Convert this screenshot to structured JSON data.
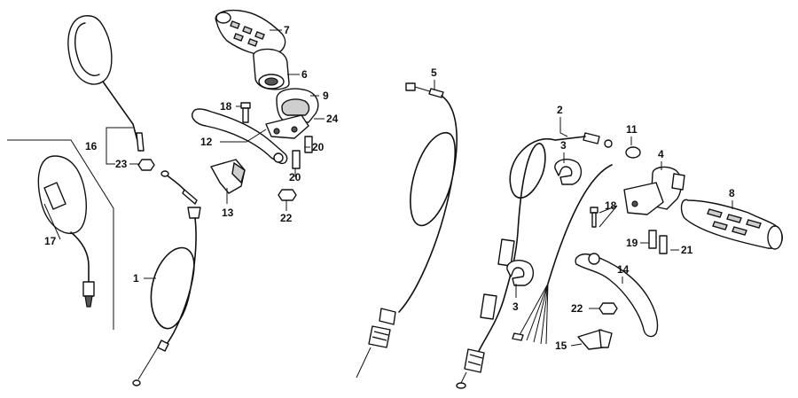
{
  "callouts": {
    "c1": "1",
    "c2": "2",
    "c3a": "3",
    "c3b": "3",
    "c4": "4",
    "c5": "5",
    "c6": "6",
    "c7": "7",
    "c8": "8",
    "c9": "9",
    "c11": "11",
    "c12": "12",
    "c13": "13",
    "c14": "14",
    "c15": "15",
    "c16": "16",
    "c17": "17",
    "c18a": "18",
    "c18b": "18",
    "c19": "19",
    "c20a": "20",
    "c20b": "20",
    "c21": "21",
    "c22a": "22",
    "c22b": "22",
    "c23": "23",
    "c24": "24"
  },
  "colors": {
    "line": "#111111",
    "background": "#ffffff",
    "fill_gray": "#cfcfcf"
  }
}
